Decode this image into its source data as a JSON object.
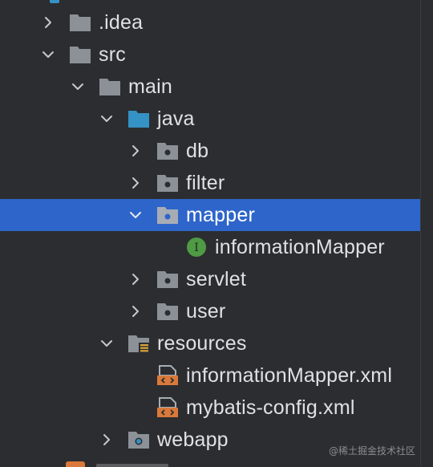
{
  "project_tree": {
    "rows": [
      {
        "label": ".idea",
        "icon": "folder-icon",
        "chevron": "collapsed"
      },
      {
        "label": "src",
        "icon": "folder-icon",
        "chevron": "expanded"
      },
      {
        "label": "main",
        "icon": "folder-icon",
        "chevron": "expanded"
      },
      {
        "label": "java",
        "icon": "source-root-folder-icon",
        "chevron": "expanded"
      },
      {
        "label": "db",
        "icon": "package-icon",
        "chevron": "collapsed"
      },
      {
        "label": "filter",
        "icon": "package-icon",
        "chevron": "collapsed"
      },
      {
        "label": "mapper",
        "icon": "package-icon",
        "chevron": "expanded",
        "selected": true
      },
      {
        "label": "informationMapper",
        "icon": "interface-icon",
        "chevron": "none"
      },
      {
        "label": "servlet",
        "icon": "package-icon",
        "chevron": "collapsed"
      },
      {
        "label": "user",
        "icon": "package-icon",
        "chevron": "collapsed"
      },
      {
        "label": "resources",
        "icon": "resources-folder-icon",
        "chevron": "expanded"
      },
      {
        "label": "informationMapper.xml",
        "icon": "xml-file-icon",
        "chevron": "none"
      },
      {
        "label": "mybatis-config.xml",
        "icon": "xml-file-icon",
        "chevron": "none"
      },
      {
        "label": "webapp",
        "icon": "web-folder-icon",
        "chevron": "collapsed"
      }
    ]
  },
  "interface_badge": "I",
  "watermark": "@稀土掘金技术社区",
  "colors": {
    "background": "#2b2d30",
    "selection": "#2e65ca",
    "folder": "#8c9198",
    "source_root": "#3592c4",
    "interface": "#4f9a45",
    "xml": "#d9793a"
  }
}
